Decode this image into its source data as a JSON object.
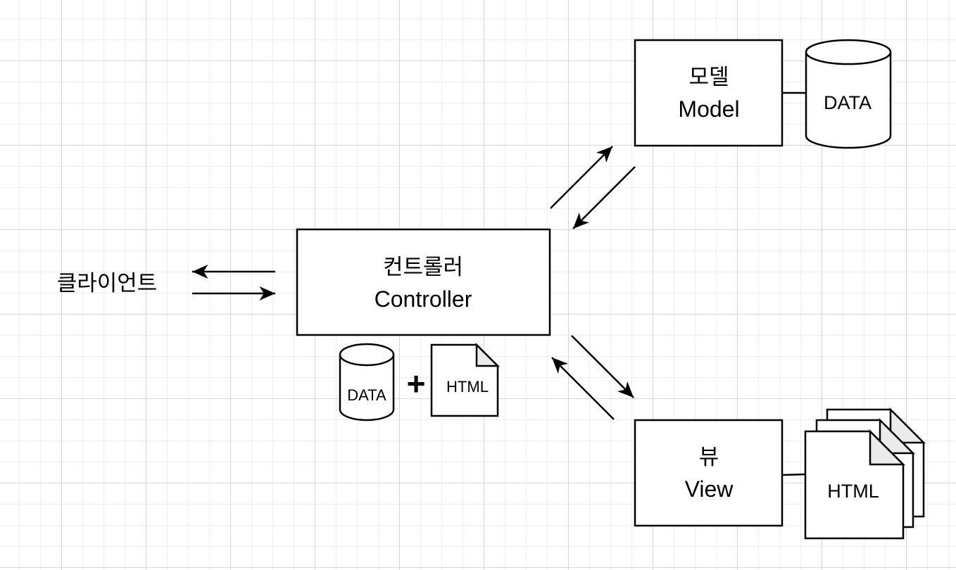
{
  "client": {
    "label": "클라이언트"
  },
  "controller": {
    "label_ko": "컨트롤러",
    "label_en": "Controller"
  },
  "controller_assets": {
    "data_label": "DATA",
    "plus": "+",
    "html_label": "HTML"
  },
  "model": {
    "label_ko": "모델",
    "label_en": "Model",
    "data_label": "DATA"
  },
  "view": {
    "label_ko": "뷰",
    "label_en": "View",
    "html_label": "HTML"
  },
  "colors": {
    "stroke": "#000000",
    "fold": "#ebebeb",
    "background": "#ffffff",
    "grid": "#d4d4d4"
  }
}
